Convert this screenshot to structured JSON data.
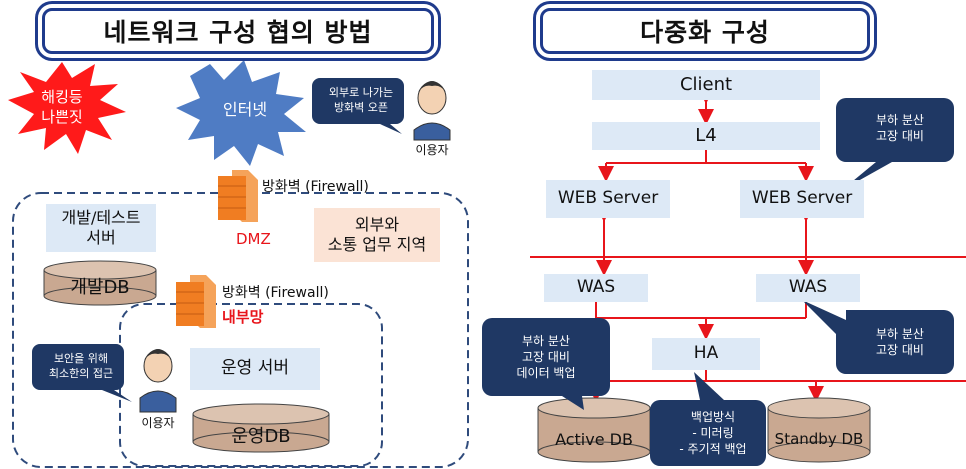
{
  "left": {
    "title": "네트워크 구성 협의 방법",
    "hacking": "해킹등\n나쁜짓",
    "internet": "인터넷",
    "user_top_callout": "외부로 나가는\n방화벽 오픈",
    "user_label": "이용자",
    "firewall1": "방화벽 (Firewall)",
    "dmz": "DMZ",
    "dev_test_server": "개발/테스트\n서버",
    "dev_db": "개발DB",
    "external_area": "외부와\n소통 업무 지역",
    "firewall2": "방화벽 (Firewall)",
    "internal_net": "내부망",
    "security_callout": "보안을 위해\n최소한의 접근",
    "user_bottom_label": "이용자",
    "ops_server": "운영 서버",
    "ops_db": "운영DB"
  },
  "right": {
    "title": "다중화 구성",
    "client": "Client",
    "l4": "L4",
    "web_server_left": "WEB Server",
    "web_server_right": "WEB Server",
    "was_left": "WAS",
    "was_right": "WAS",
    "ha": "HA",
    "active_db": "Active DB",
    "standby_db": "Standby DB",
    "callout_web": "부하 분산\n고장 대비",
    "callout_was": "부하 분산\n고장 대비",
    "callout_db": "부하 분산\n고장 대비\n데이터 백업",
    "callout_backup": "백업방식\n- 미러링\n- 주기적 백업"
  },
  "colors": {
    "title_border": "#1f3b8c",
    "callout": "#1f3864",
    "box_fill": "#dde9f6",
    "db_fill": "#c9a891",
    "arrow_red": "#e8151b",
    "dash_border": "#2f4b7c",
    "firewall": "#f07d22",
    "external_area_fill": "#fbe3d5"
  }
}
